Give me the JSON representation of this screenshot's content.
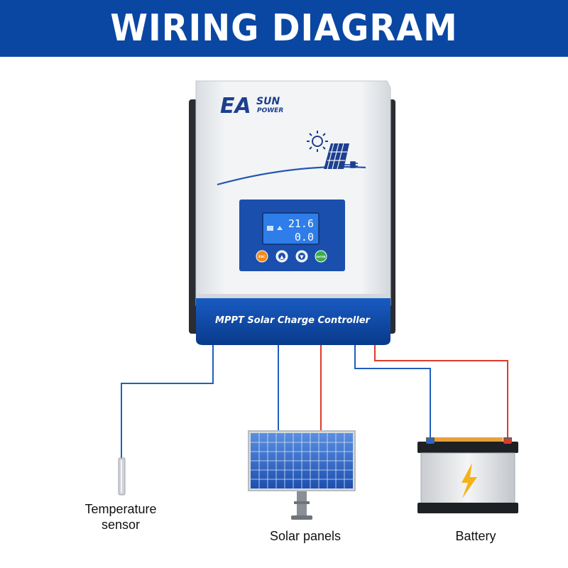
{
  "header": {
    "title": "WIRING DIAGRAM",
    "background": "#0a47a3",
    "text_color": "#ffffff"
  },
  "controller": {
    "brand_main": "EA",
    "brand_sun": "SUN",
    "brand_power": "POWER",
    "lcd_value_1": "21.6",
    "lcd_value_2": "0.0",
    "buttons": [
      "ESC",
      "▲",
      "▼",
      "ENTER"
    ],
    "product_label": "MPPT Solar Charge Controller",
    "body_color": "#e9ecef",
    "panel_color": "#0a47a3"
  },
  "components": {
    "temperature_sensor": "Temperature\nsensor",
    "temperature_sensor_line1": "Temperature",
    "temperature_sensor_line2": "sensor",
    "solar_panels": "Solar panels",
    "battery": "Battery"
  },
  "wires": {
    "negative_color": "#1f5fbf",
    "positive_color": "#e03a2a"
  }
}
